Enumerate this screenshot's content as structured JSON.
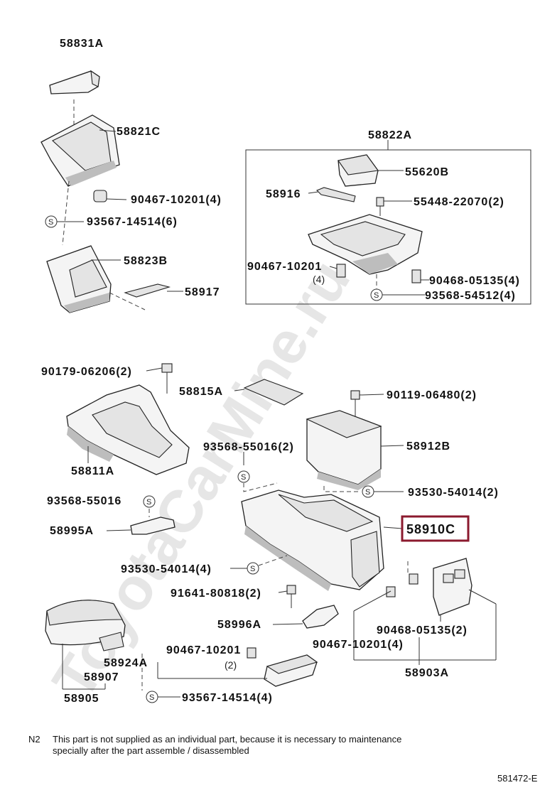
{
  "watermark": "ToyotaCarMine.ru",
  "symbol_s": "S",
  "labels": {
    "p58831A": "58831A",
    "p58821C": "58821C",
    "p90467_10201_4a": "90467-10201(4)",
    "p93567_14514_6": "93567-14514(6)",
    "p58823B": "58823B",
    "p58917": "58917",
    "p58822A": "58822A",
    "p55620B": "55620B",
    "p58916": "58916",
    "p55448_22070_2": "55448-22070(2)",
    "p90467_10201_upper": "90467-10201",
    "qty_4_upper": "(4)",
    "p90468_05135_4": "90468-05135(4)",
    "p93568_54512_4": "93568-54512(4)",
    "p90179_06206_2": "90179-06206(2)",
    "p58815A": "58815A",
    "p90119_06480_2": "90119-06480(2)",
    "p93568_55016_2": "93568-55016(2)",
    "p58912B": "58912B",
    "p58811A": "58811A",
    "p93530_54014_2": "93530-54014(2)",
    "p93568_55016": "93568-55016",
    "p58910C": "58910C",
    "p58995A": "58995A",
    "p93530_54014_4": "93530-54014(4)",
    "p91641_80818_2": "91641-80818(2)",
    "p58996A": "58996A",
    "p90468_05135_2": "90468-05135(2)",
    "p90467_10201_4b": "90467-10201(4)",
    "p90467_10201_lower": "90467-10201",
    "qty_2_lower": "(2)",
    "p58924A": "58924A",
    "p58903A": "58903A",
    "p58907": "58907",
    "p58905": "58905",
    "p93567_14514_4": "93567-14514(4)"
  },
  "footnote": {
    "code": "N2",
    "line1": "This part is not supplied as an individual part, because it is necessary to maintenance",
    "line2": "specially after the part assemble / disassembled"
  },
  "figure_number": "581472-E",
  "highlight_color": "#8b1a2e"
}
